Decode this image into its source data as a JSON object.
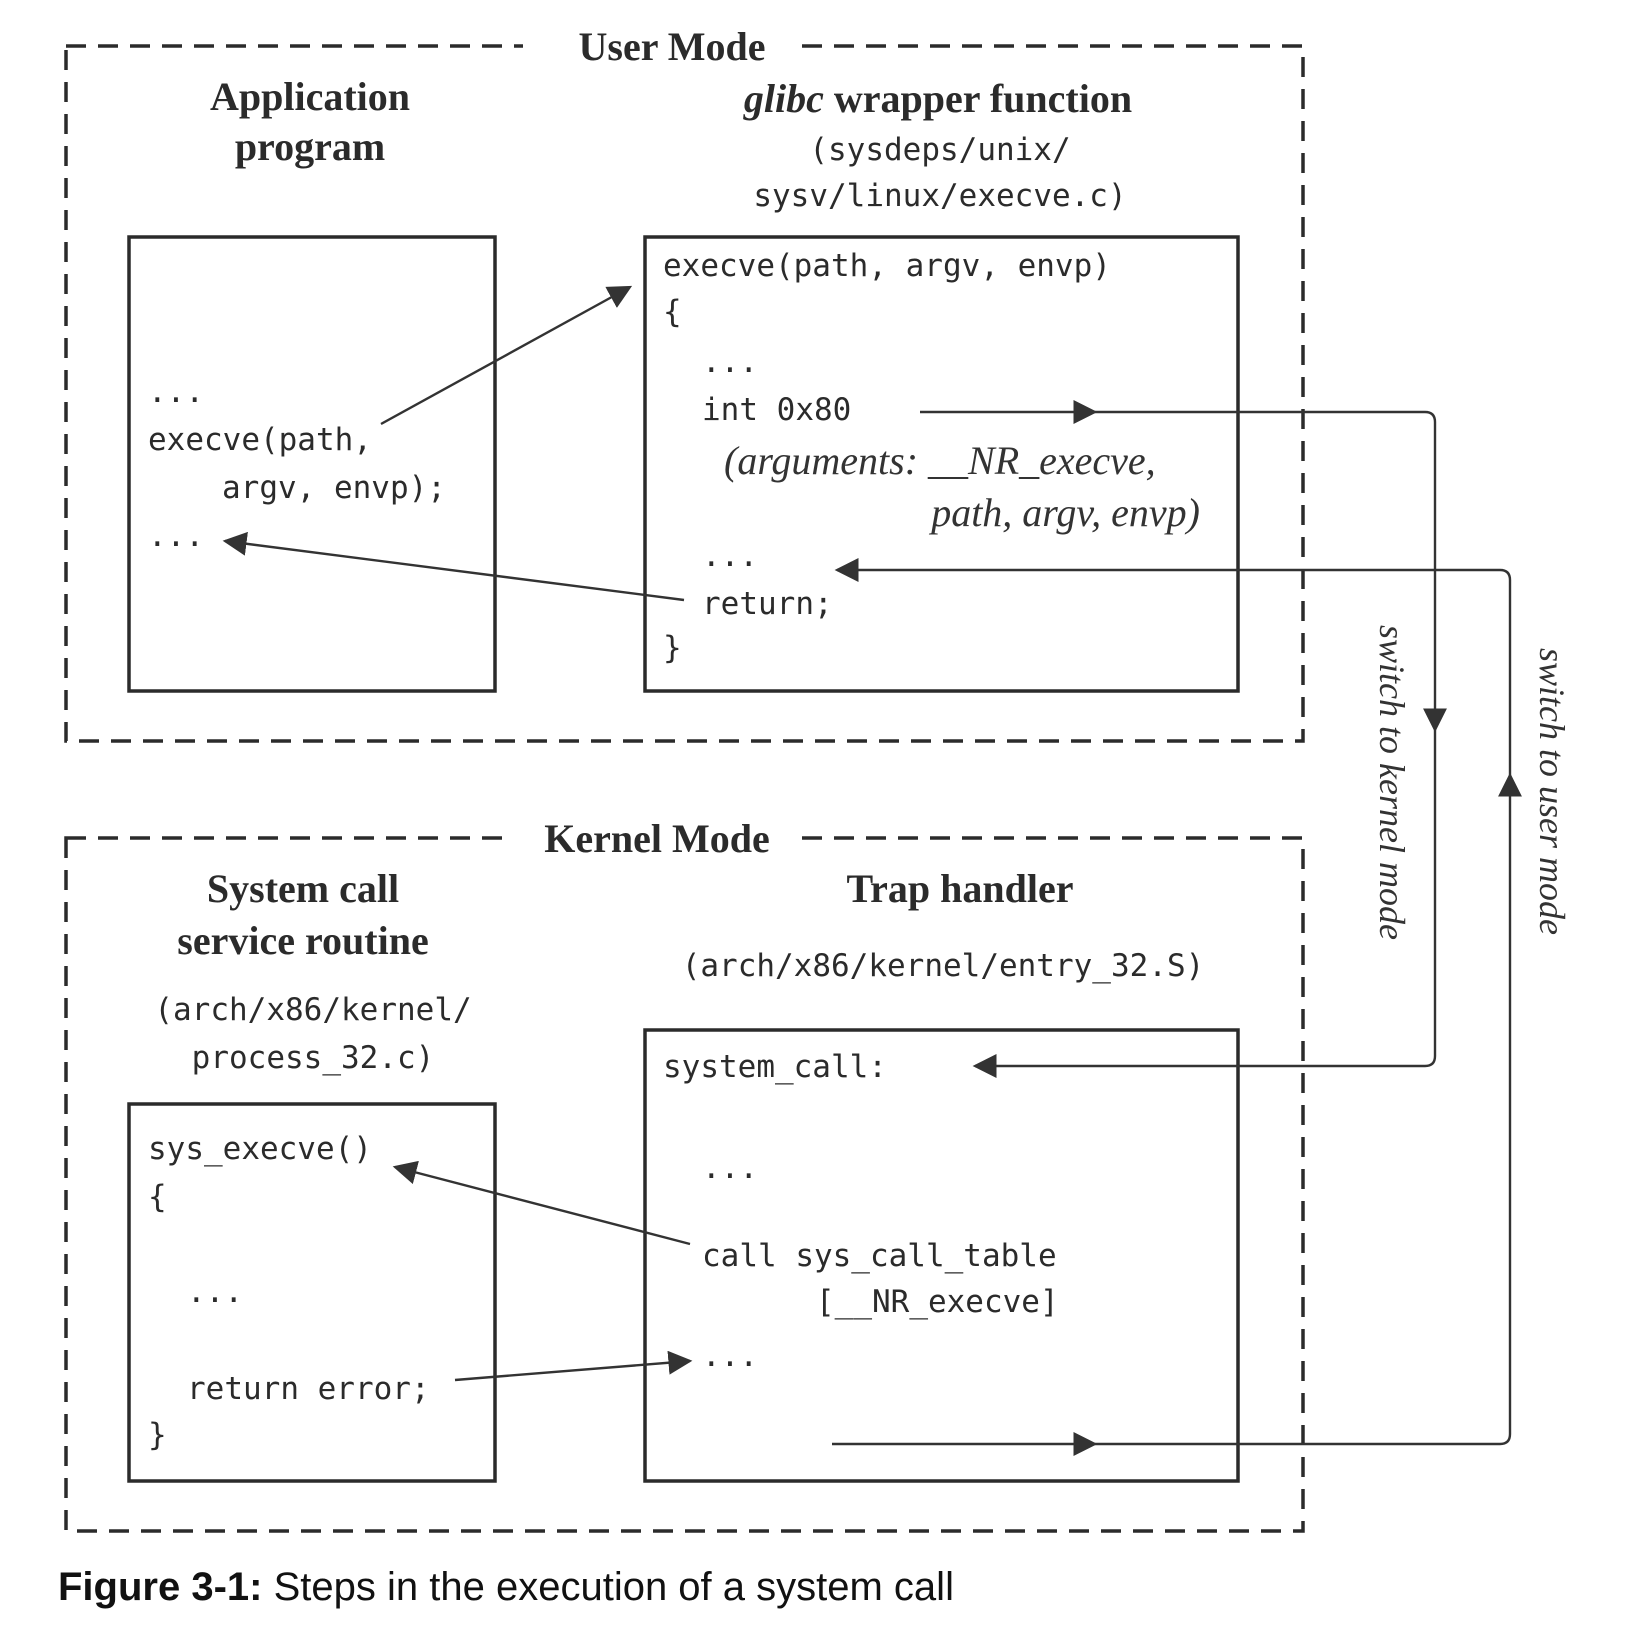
{
  "user_mode": {
    "title": "User Mode",
    "application": {
      "heading": [
        "Application",
        "program"
      ],
      "code": [
        "...",
        "execve(path,",
        "argv, envp);",
        "..."
      ]
    },
    "wrapper": {
      "heading_italic": "glibc",
      "heading_rest": " wrapper function",
      "path": [
        "(sysdeps/unix/",
        "sysv/linux/execve.c)"
      ],
      "code": [
        "execve(path, argv, envp)",
        "{",
        "...",
        "int 0x80",
        "...",
        "return;",
        "}"
      ],
      "args_note": [
        "(arguments: __NR_execve,",
        "path, argv, envp)"
      ]
    }
  },
  "kernel_mode": {
    "title": "Kernel Mode",
    "service_routine": {
      "heading": [
        "System call",
        "service routine"
      ],
      "path": [
        "(arch/x86/kernel/",
        "process_32.c)"
      ],
      "code": [
        "sys_execve()",
        "{",
        "...",
        "return error;",
        "}"
      ]
    },
    "trap_handler": {
      "heading": "Trap handler",
      "path": "(arch/x86/kernel/entry_32.S)",
      "code": [
        "system_call:",
        "...",
        "call sys_call_table",
        "[__NR_execve]",
        "..."
      ]
    }
  },
  "transitions": {
    "to_kernel": "switch to kernel mode",
    "to_user": "switch to user mode"
  },
  "caption": {
    "label": "Figure 3-1:",
    "text": " Steps in the execution of a system call"
  }
}
